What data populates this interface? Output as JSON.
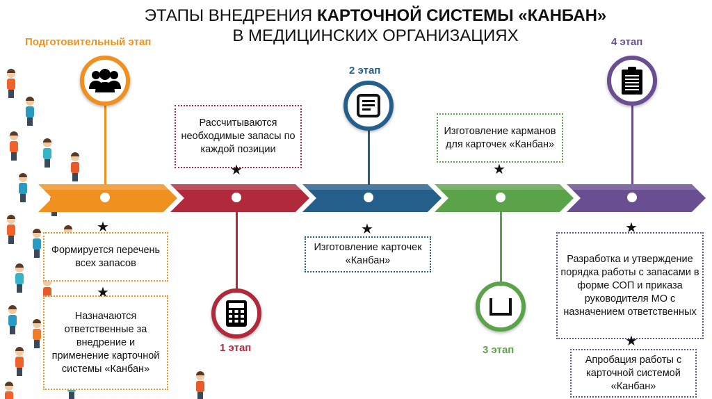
{
  "title": {
    "line1_normal": "ЭТАПЫ ВНЕДРЕНИЯ ",
    "line1_bold": "КАРТОЧНОЙ СИСТЕМЫ «КАНБАН»",
    "line2": "В МЕДИЦИНСКИХ ОРГАНИЗАЦИЯХ"
  },
  "colors": {
    "prep": "#f0901e",
    "stage1": "#b02a3c",
    "stage2": "#245f8c",
    "stage3": "#5ba348",
    "stage4": "#6a4e92"
  },
  "stages": {
    "prep": {
      "label": "Подготовительный этап",
      "icon": "people-icon",
      "boxes": [
        "Формируется перечень всех запасов",
        "Назначаются ответственные за внедрение и применение карточной системы «Канбан»"
      ]
    },
    "stage1": {
      "label": "1 этап",
      "icon": "calculator-icon",
      "box": "Рассчитываются необходимые запасы по каждой позиции"
    },
    "stage2": {
      "label": "2 этап",
      "icon": "card-icon",
      "box": "Изготовление карточек «Канбан»"
    },
    "stage3": {
      "label": "3 этап",
      "icon": "pocket-icon",
      "box": "Изготовление карманов для карточек «Канбан»"
    },
    "stage4": {
      "label": "4 этап",
      "icon": "clipboard-icon",
      "boxes": [
        "Разработка и утверждение порядка работы с запасами в форме СОП и приказа руководителя МО с назначением ответственных",
        "Апробация работы с карточной системой «Канбан»"
      ]
    }
  },
  "star_icon": "★"
}
